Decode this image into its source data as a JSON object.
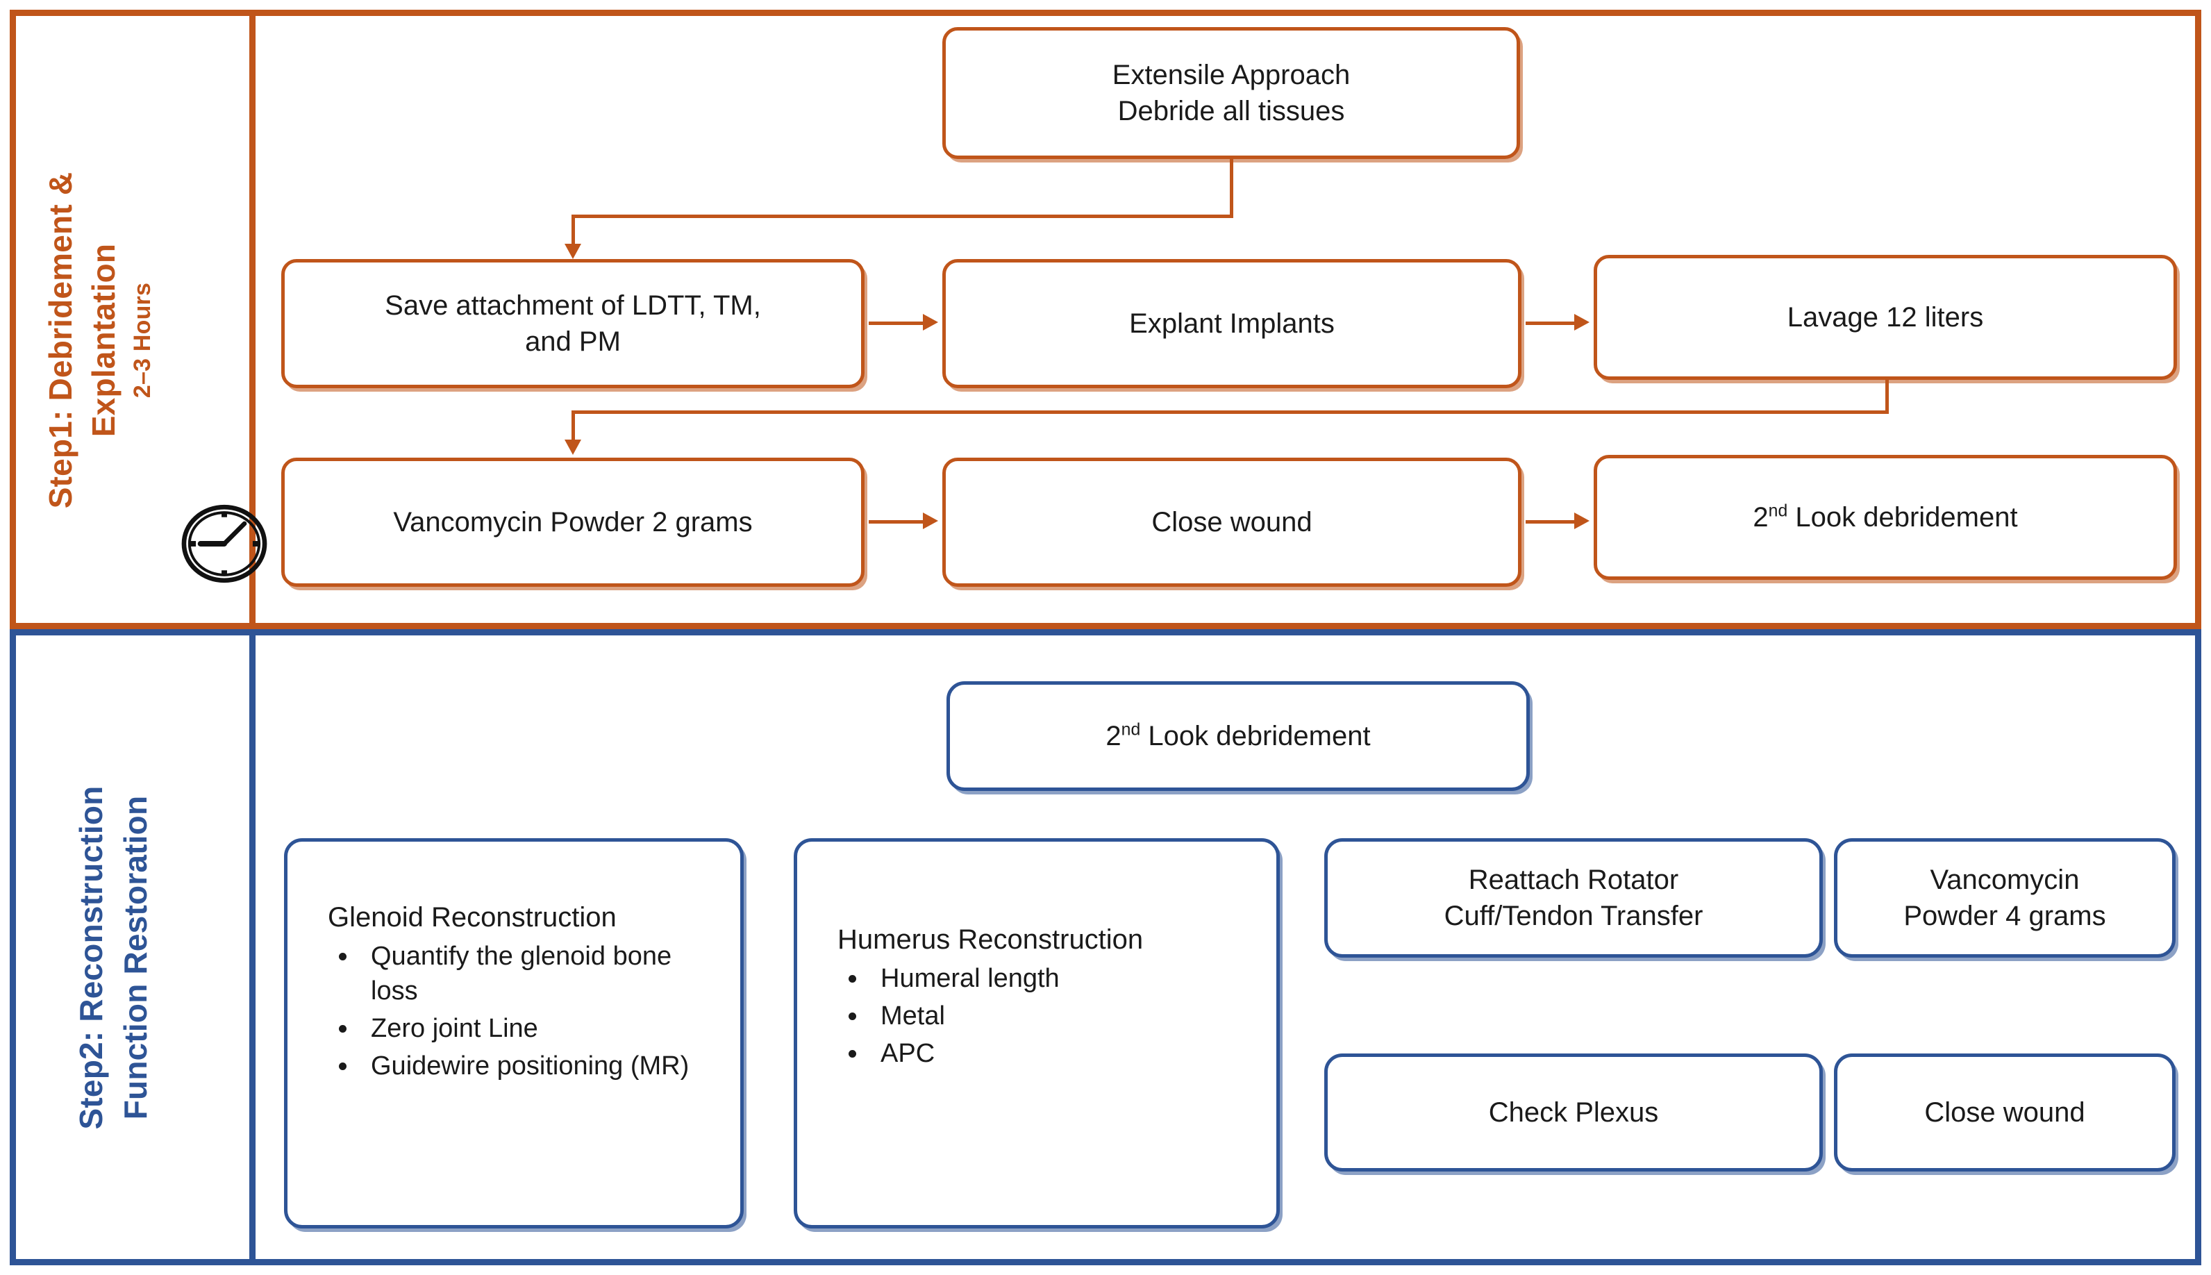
{
  "colors": {
    "orange": "#C0551A",
    "blue": "#2E5496",
    "text": "#1A1A1A",
    "background": "#FFFFFF"
  },
  "step1": {
    "side_title_line1": "Step1: Debridement &",
    "side_title_line2": "Explantation",
    "side_duration": "2–3 Hours",
    "clock_icon": "clock-icon",
    "boxes": {
      "extensile": {
        "line1": "Extensile Approach",
        "line2": "Debride all tissues"
      },
      "save_attachment": {
        "line1": "Save attachment of LDTT, TM,",
        "line2": "and PM"
      },
      "explant": {
        "label": "Explant Implants"
      },
      "lavage": {
        "label": "Lavage 12 liters"
      },
      "vancomycin": {
        "label": "Vancomycin Powder 2 grams"
      },
      "close_wound": {
        "label": "Close wound"
      },
      "second_look": {
        "prefix": "2",
        "sup": "nd",
        "suffix": " Look debridement"
      }
    }
  },
  "step2": {
    "side_title_line1": "Step2: Reconstruction",
    "side_title_line2": "Function Restoration",
    "boxes": {
      "second_look": {
        "prefix": "2",
        "sup": "nd",
        "suffix": " Look debridement"
      },
      "glenoid": {
        "title": "Glenoid Reconstruction",
        "bullets": [
          "Quantify the glenoid bone loss",
          "Zero joint Line",
          "Guidewire positioning (MR)"
        ]
      },
      "humerus": {
        "title": "Humerus Reconstruction",
        "bullets": [
          "Humeral length",
          "Metal",
          "APC"
        ]
      },
      "reattach": {
        "line1": "Reattach Rotator",
        "line2": "Cuff/Tendon Transfer"
      },
      "vancomycin4": {
        "line1": "Vancomycin",
        "line2": "Powder 4 grams"
      },
      "check_plexus": {
        "label": "Check Plexus"
      },
      "close_wound": {
        "label": "Close wound"
      }
    }
  }
}
